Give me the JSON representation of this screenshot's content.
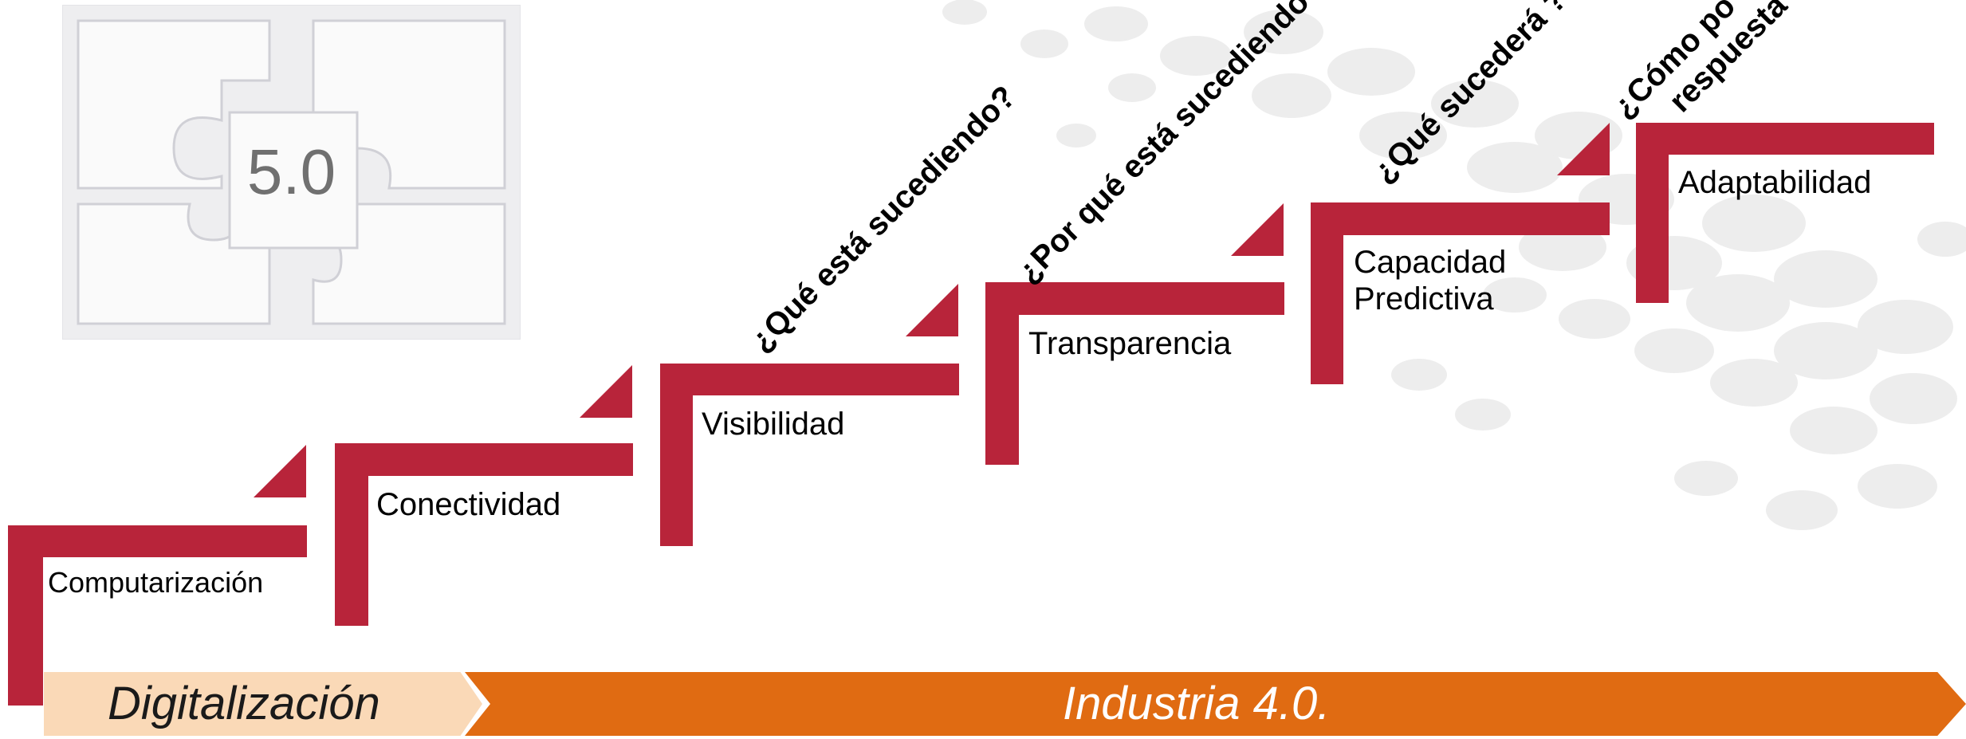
{
  "puzzle": {
    "label": "5.0"
  },
  "steps": [
    {
      "label": "Computarización"
    },
    {
      "label": "Conectividad"
    },
    {
      "label": "Visibilidad"
    },
    {
      "label": "Transparencia"
    },
    {
      "label": "Capacidad\nPredictiva"
    },
    {
      "label": "Adaptabilidad"
    }
  ],
  "questions": [
    "¿Qué está sucediendo?",
    "¿Por qué está sucediendo?",
    "¿Qué sucederá ?",
    "¿Cómo po",
    "respuesta"
  ],
  "bands": {
    "digital": "Digitalización",
    "industry": "Industria 4.0."
  },
  "colors": {
    "step": "#b8243a",
    "band_digital": "#fad9b7",
    "band_industry": "#e06b12",
    "band_digital_text": "#1a1a1a",
    "band_industry_text": "#ffffff"
  }
}
